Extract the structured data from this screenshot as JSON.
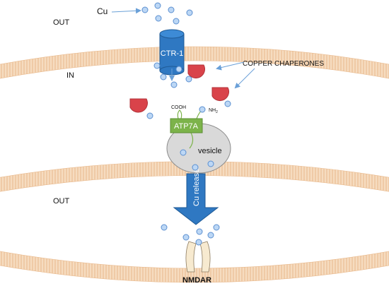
{
  "labels": {
    "out_top": "OUT",
    "in": "IN",
    "out_bottom": "OUT",
    "cu": "Cu",
    "ctr1": "CTR-1",
    "chaperones": "COPPER CHAPERONES",
    "cooh": "COOH",
    "nh2_main": "NH",
    "nh2_sub": "2",
    "atp7a": "ATP7A",
    "vesicle": "vesicle",
    "cu_release": "Cu release",
    "nmdar": "NMDAR"
  },
  "colors": {
    "membrane": "#f1cda6",
    "membrane_line": "#e9b98c",
    "copper_ion_fill": "#bcd7f5",
    "copper_ion_stroke": "#5b8fd0",
    "ctr1": "#2f78c2",
    "chaperone": "#d9434a",
    "atp7a": "#7cb34a",
    "vesicle": "#d9d9d9",
    "release_arrow": "#2f78c2",
    "pointer": "#6aa0d8",
    "nmdar": "#f7ead0"
  }
}
